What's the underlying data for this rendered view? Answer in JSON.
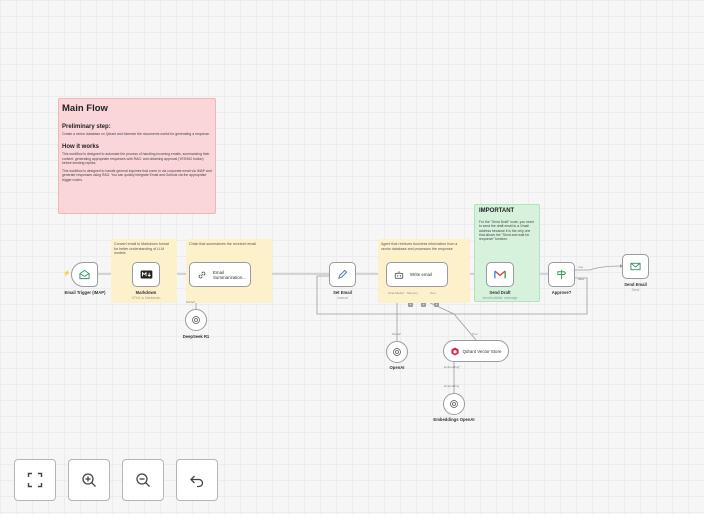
{
  "main_note": {
    "title": "Main Flow",
    "prelim_heading": "Preliminary step:",
    "prelim_text": "Create a vector database on Qdrant and tokenize the documents useful for generating a response.",
    "how_heading": "How it works",
    "how_text_1": "This workflow is designed to automate the process of handling incoming emails, summarizing their content, generating appropriate responses with RAG, and obtaining approval (YES/NO button) before sending replies.",
    "how_text_2": "This workflow is designed to handle general inquiries that come to via corporate email via IMAP and generate responses using RAG. You can quickly integrate Email and Outlook via the appropriate trigger nodes."
  },
  "notes": {
    "markdown_note": "Convert email to Markdown format for better understanding of LLM models",
    "summary_note": "Chain that summarizes the received email",
    "agent_note": "Agent that retrieves business information from a vector database and processes the response",
    "important_title": "IMPORTANT",
    "important_text": "For the \"Send Draft\" node, you need to send the draft email to a Gmail address because it is the only one that allows the \"Send and wait for response\" function."
  },
  "nodes": {
    "trigger": {
      "label": "Email Trigger (IMAP)",
      "icon": "email-icon"
    },
    "markdown": {
      "label": "Markdown",
      "sub": "HTML to Markdown",
      "icon": "markdown-icon"
    },
    "summarization": {
      "label": "Email Summarization...",
      "icon": "link-icon"
    },
    "set_email": {
      "label": "Set Email",
      "sub": "manual",
      "icon": "pencil-icon"
    },
    "write_email": {
      "label": "Write email",
      "icon": "robot-icon"
    },
    "send_draft": {
      "label": "Send Draft",
      "sub": "sendAndWait: message",
      "icon": "gmail-icon"
    },
    "approve": {
      "label": "Approve?",
      "icon": "signpost-icon"
    },
    "send_email": {
      "label": "Send Email",
      "sub": "Send",
      "icon": "email-icon"
    },
    "deepseek": {
      "label": "DeepSeek R1",
      "icon": "openai-icon"
    },
    "openai": {
      "label": "OpenAI",
      "icon": "openai-icon"
    },
    "qdrant": {
      "label": "Qdrant Vector Store",
      "icon": "qdrant-icon"
    },
    "embeddings": {
      "label": "Embeddings OpenAI",
      "icon": "openai-icon"
    }
  },
  "ports": {
    "model": "Model*",
    "chat_model": "Chat Model*",
    "memory": "Memory",
    "tool": "Tool",
    "embedding": "Embedding*",
    "embedding2": "Embedding",
    "true": "true",
    "false": "false"
  },
  "controls": [
    {
      "name": "fit-view-button",
      "icon": "fit-view-icon"
    },
    {
      "name": "zoom-in-button",
      "icon": "zoom-in-icon"
    },
    {
      "name": "zoom-out-button",
      "icon": "zoom-out-icon"
    },
    {
      "name": "undo-button",
      "icon": "undo-icon"
    }
  ],
  "colors": {
    "canvas": "#f6f6f7",
    "sticky_pink": "#fbd6d8",
    "sticky_yellow": "#fdf1cc",
    "sticky_green": "#d6f2dc",
    "trigger_accent": "#ff6d5a"
  }
}
